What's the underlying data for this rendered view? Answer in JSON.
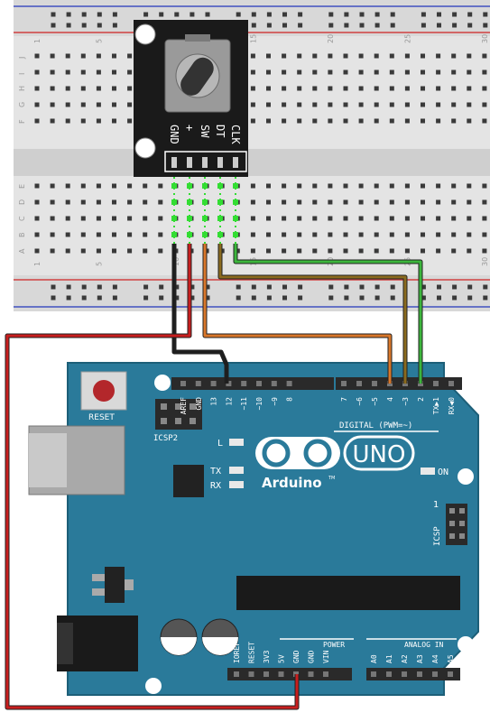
{
  "breadboard": {
    "column_numbers": [
      "1",
      "5",
      "10",
      "15",
      "20",
      "25",
      "30"
    ],
    "row_letters_top": [
      "J",
      "I",
      "H",
      "G",
      "F"
    ],
    "row_letters_bottom": [
      "E",
      "D",
      "C",
      "B",
      "A"
    ]
  },
  "encoder_module": {
    "pin_labels": [
      "CLK",
      "DT",
      "SW",
      "+",
      "GND"
    ]
  },
  "arduino": {
    "reset_label": "RESET",
    "icsp2_label": "ICSP2",
    "icsp_label": "ICSP",
    "icsp_pin1": "1",
    "led_labels": {
      "l": "L",
      "tx": "TX",
      "rx": "RX",
      "on": "ON"
    },
    "brand": "Arduino",
    "trademark": "TM",
    "model": "UNO",
    "digital_label": "DIGITAL (PWM=~)",
    "digital_pins_left": [
      "AREF",
      "GND",
      "13",
      "12",
      "~11",
      "~10",
      "~9",
      "8"
    ],
    "digital_pins_right": [
      "7",
      "~6",
      "~5",
      "4",
      "~3",
      "2",
      "TX▶1",
      "RX◀0"
    ],
    "power_label": "POWER",
    "analog_label": "ANALOG IN",
    "power_pins": [
      "IOREF",
      "RESET",
      "3V3",
      "5V",
      "GND",
      "GND",
      "VIN"
    ],
    "analog_pins": [
      "A0",
      "A1",
      "A2",
      "A3",
      "A4",
      "A5"
    ]
  },
  "wires": [
    {
      "name": "clk-wire",
      "color": "#3cb53c"
    },
    {
      "name": "dt-wire",
      "color": "#8a6a1e"
    },
    {
      "name": "sw-wire",
      "color": "#d9772a"
    },
    {
      "name": "vcc-wire",
      "color": "#c81e1e"
    },
    {
      "name": "gnd-wire",
      "color": "#1e1e1e"
    }
  ],
  "colors": {
    "board": "#2a7a9a",
    "breadboard": "#e4e4e4",
    "rail_red": "#d04040",
    "rail_blue": "#4050c0"
  }
}
